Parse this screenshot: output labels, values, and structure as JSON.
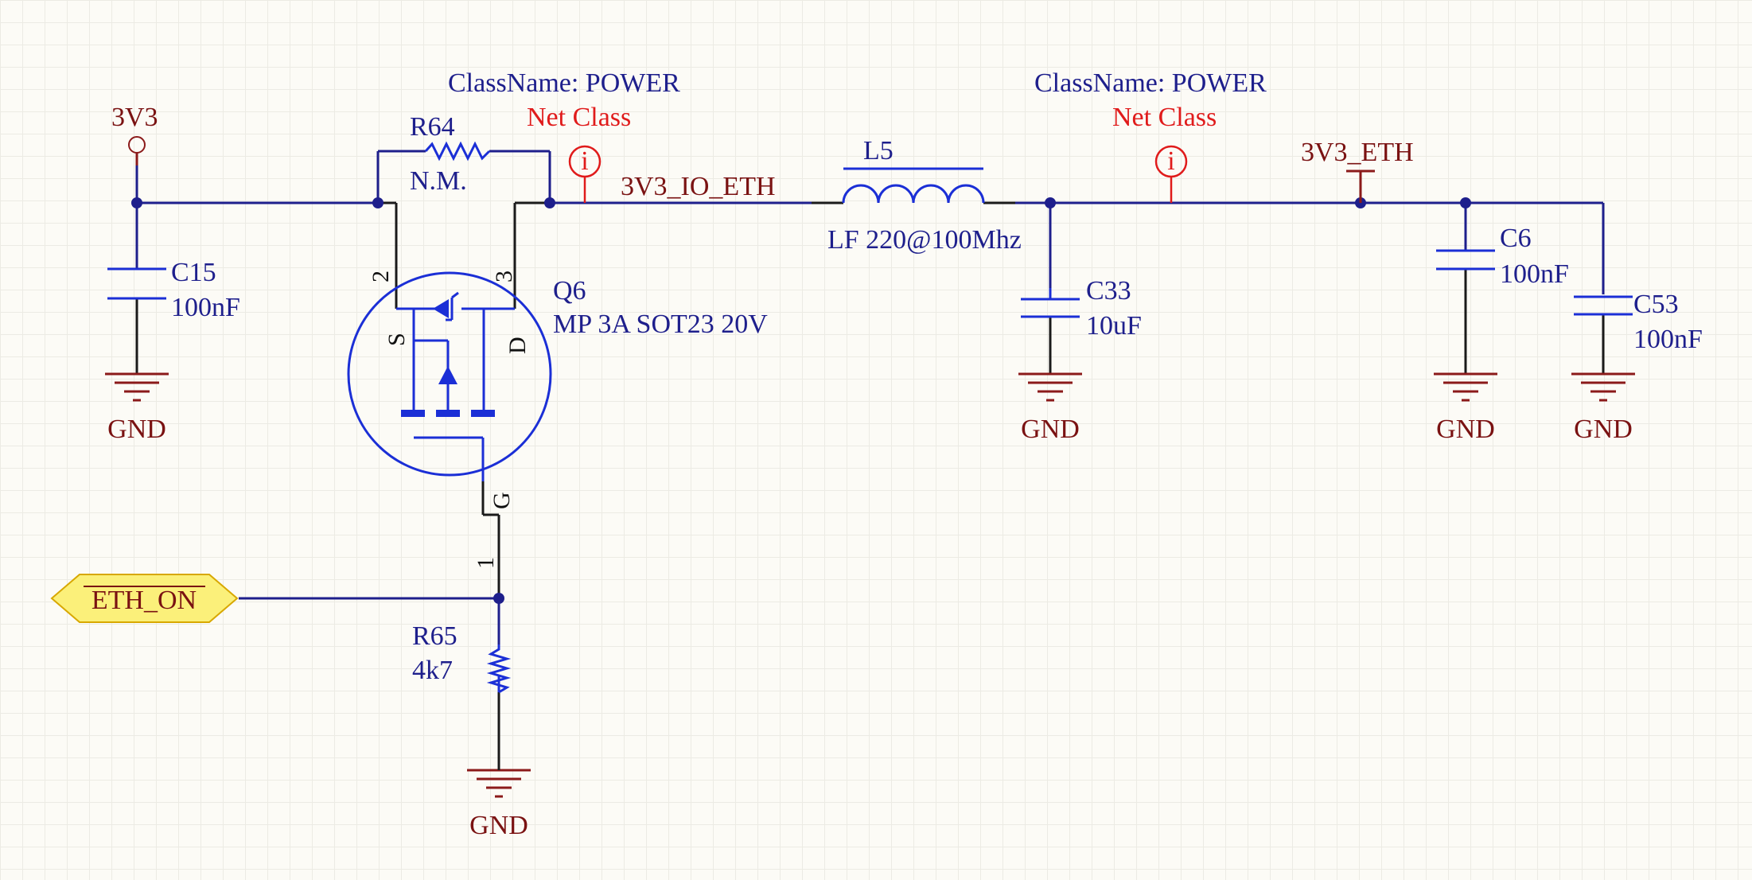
{
  "colors": {
    "wire": "#1e1f8c",
    "component": "#1b2fd6",
    "power_port": "#8b1a1a",
    "net_class_marker": "#e01b1b",
    "port_fill": "#fbf07a",
    "port_stroke": "#d8a800"
  },
  "power_ports": {
    "vin": "3V3",
    "vout": "3V3_ETH",
    "gnd": "GND"
  },
  "net_labels": {
    "io_eth": "3V3_IO_ETH"
  },
  "net_classes": [
    {
      "classname": "ClassName: POWER",
      "label": "Net Class",
      "icon": "i"
    },
    {
      "classname": "ClassName: POWER",
      "label": "Net Class",
      "icon": "i"
    }
  ],
  "port": {
    "label": "ETH_ON"
  },
  "components": {
    "c15": {
      "designator": "C15",
      "value": "100nF"
    },
    "r64": {
      "designator": "R64",
      "value": "N.M."
    },
    "q6": {
      "designator": "Q6",
      "value": "MP 3A SOT23 20V",
      "pin_s": "S",
      "pin_d": "D",
      "pin_g": "G",
      "pin_2": "2",
      "pin_3": "3",
      "pin_1": "1"
    },
    "l5": {
      "designator": "L5",
      "value": "LF 220@100Mhz"
    },
    "c33": {
      "designator": "C33",
      "value": "10uF"
    },
    "c6": {
      "designator": "C6",
      "value": "100nF"
    },
    "c53": {
      "designator": "C53",
      "value": "100nF"
    },
    "r65": {
      "designator": "R65",
      "value": "4k7"
    }
  }
}
